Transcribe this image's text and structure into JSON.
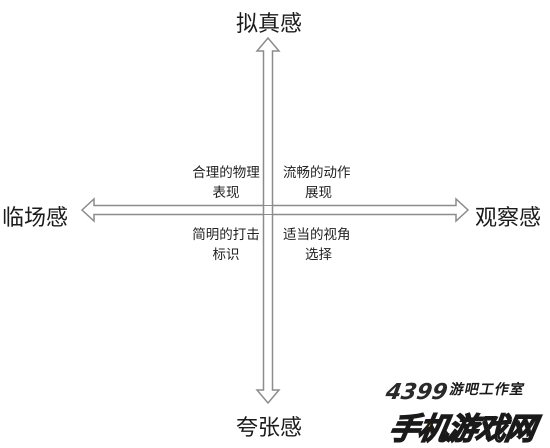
{
  "axes": {
    "top": "拟真感",
    "bottom": "夸张感",
    "left": "临场感",
    "right": "观察感"
  },
  "quadrants": {
    "top_left": [
      "合理的物理",
      "表现"
    ],
    "top_right": [
      "流畅的动作",
      "展现"
    ],
    "bottom_left": [
      "简明的打击",
      "标识"
    ],
    "bottom_right": [
      "适当的视角",
      "选择"
    ]
  },
  "watermark": {
    "number": "4399",
    "studio": "游吧工作室",
    "site": "手机游戏网"
  },
  "colors": {
    "arrow_fill": "#ffffff",
    "arrow_stroke": "#8c8c8c",
    "watermark_yellow": "#ffd21a"
  }
}
